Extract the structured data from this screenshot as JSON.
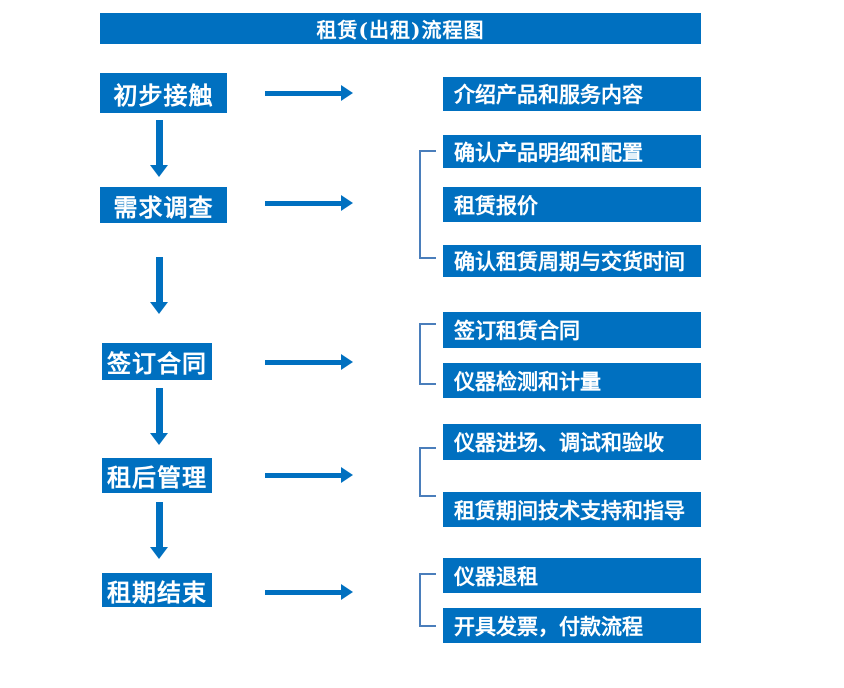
{
  "title": "租赁(出租)流程图",
  "colors": {
    "box_fill": "#0070C0",
    "bracket_line": "#4a7ebb",
    "text": "#ffffff",
    "background": "#ffffff"
  },
  "steps": [
    {
      "label": "初步接触",
      "targets": [
        "介绍产品和服务内容"
      ]
    },
    {
      "label": "需求调查",
      "targets": [
        "确认产品明细和配置",
        "租赁报价",
        "确认租赁周期与交货时间"
      ]
    },
    {
      "label": "签订合同",
      "targets": [
        "签订租赁合同",
        "仪器检测和计量"
      ]
    },
    {
      "label": "租后管理",
      "targets": [
        "仪器进场、调试和验收",
        "租赁期间技术支持和指导"
      ]
    },
    {
      "label": "租期结束",
      "targets": [
        "仪器退租",
        "开具发票，付款流程"
      ]
    }
  ]
}
